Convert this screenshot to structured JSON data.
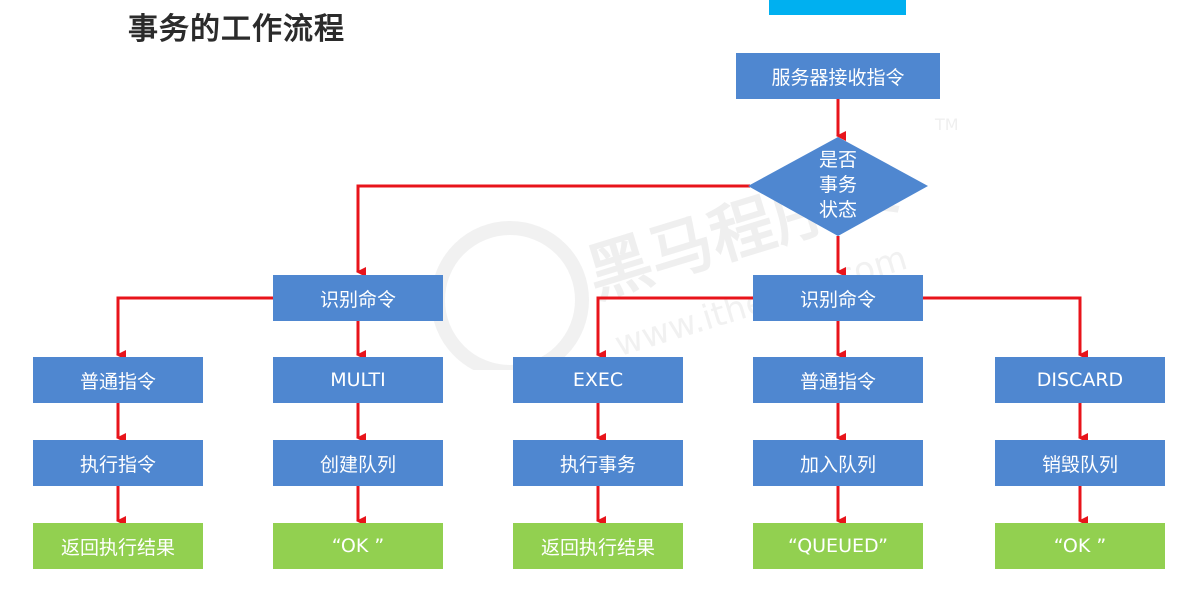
{
  "title": "事务的工作流程",
  "colors": {
    "process_box": "#4f87d0",
    "result_box": "#92d050",
    "arrow": "#e8141b",
    "accent_bar": "#00b0f0",
    "watermark": "#d9d9d9"
  },
  "watermark": {
    "brand": "黑马程序员",
    "url": "www.itheima.com",
    "tm": "TM"
  },
  "nodes": {
    "receive": "服务器接收指令",
    "decision": [
      "是否",
      "事务",
      "状态"
    ],
    "identify_left": "识别命令",
    "identify_right": "识别命令",
    "col1": [
      "普通指令",
      "执行指令",
      "返回执行结果"
    ],
    "col2": [
      "MULTI",
      "创建队列",
      "“OK ”"
    ],
    "col3": [
      "EXEC",
      "执行事务",
      "返回执行结果"
    ],
    "col4": [
      "普通指令",
      "加入队列",
      "“QUEUED”"
    ],
    "col5": [
      "DISCARD",
      "销毁队列",
      "“OK ”"
    ]
  }
}
